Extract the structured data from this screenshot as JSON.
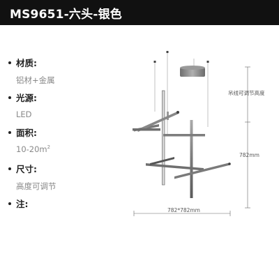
{
  "title": "MS9651-六头-银色",
  "specs": [
    {
      "label": "材质:",
      "value": "铝材+金属"
    },
    {
      "label": "光源:",
      "value": "LED"
    },
    {
      "label": "面积:",
      "value": "10-20m",
      "value_sup": "2"
    },
    {
      "label": "尺寸:",
      "value": "高度可调节"
    },
    {
      "label": "注:",
      "value": ""
    }
  ],
  "dimensions": {
    "height_note": "吊线可调节高度",
    "height": "782mm",
    "width": "782*782mm"
  },
  "colors": {
    "header_bg": "#111111",
    "fixture": "#8a8a8a",
    "dimension_line": "#666666"
  }
}
